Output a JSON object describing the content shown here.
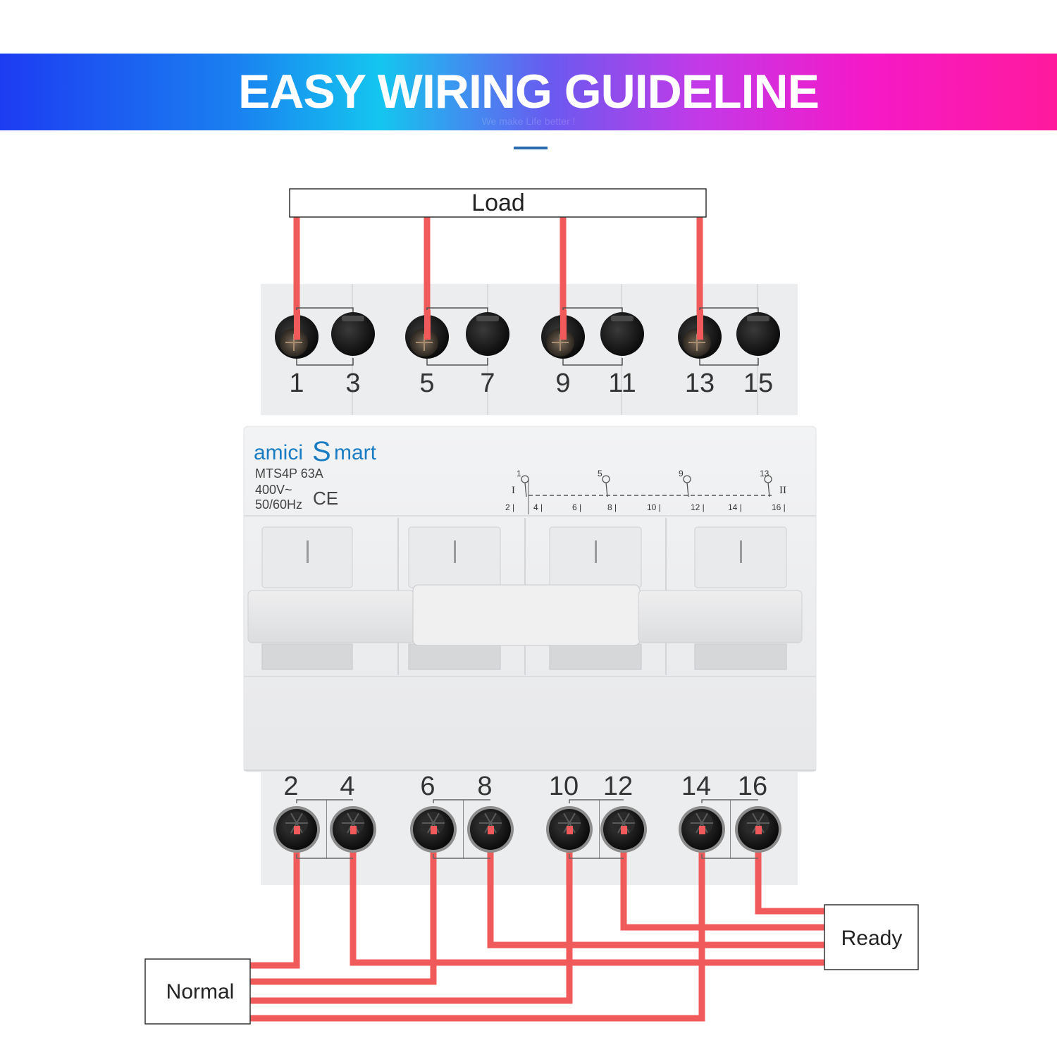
{
  "header": {
    "title": "EASY WIRING GUIDELINE",
    "subtitle": "We make Life better !"
  },
  "device": {
    "brand_prefix": "amici",
    "brand_s": "S",
    "brand_suffix": "mart",
    "model": "MTS4P 63A",
    "voltage": "400V~",
    "frequency": "50/60Hz",
    "ce_mark": "CE",
    "position_1": "I",
    "position_2": "II",
    "schematic_top": [
      "1",
      "5",
      "9",
      "13"
    ],
    "schematic_bottom": [
      "2",
      "4",
      "6",
      "8",
      "10",
      "12",
      "14",
      "16"
    ],
    "handle_mark": "I"
  },
  "top_terminals": [
    "1",
    "3",
    "5",
    "7",
    "9",
    "11",
    "13",
    "15"
  ],
  "bottom_terminals": [
    "2",
    "4",
    "6",
    "8",
    "10",
    "12",
    "14",
    "16"
  ],
  "labels": {
    "load": "Load",
    "normal": "Normal",
    "ready": "Ready"
  },
  "colors": {
    "wire": "#f05a5a",
    "brand": "#1a7dc4",
    "divider": "#2b6bb0"
  }
}
